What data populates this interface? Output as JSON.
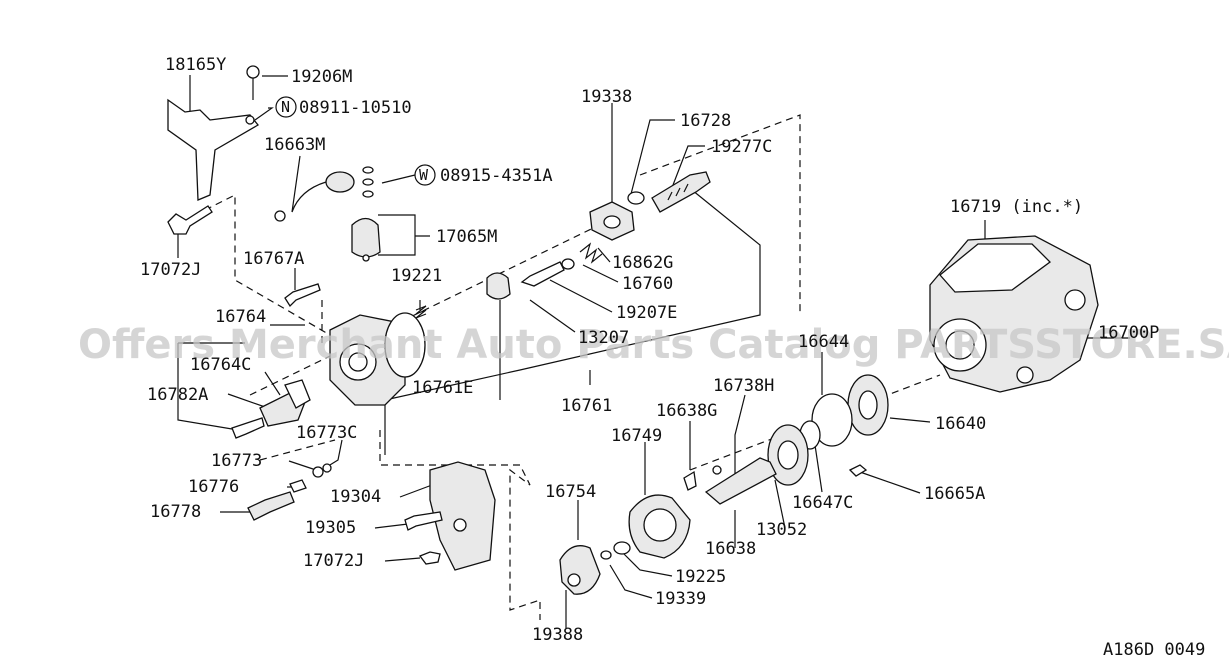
{
  "diagram_code": "A186D 0049",
  "watermark": "Offers Merchant Auto Parts Catalog PARTSSTORE.SA",
  "labels": {
    "p18165Y": "18165Y",
    "p19206M": "19206M",
    "p08911": "08911-10510",
    "p08911_prefix": "N",
    "p16663M": "16663M",
    "p08915": "08915-4351A",
    "p08915_prefix": "W",
    "p17065M": "17065M",
    "p17072J_top": "17072J",
    "p16767A": "16767A",
    "p19221": "19221",
    "p16764": "16764",
    "p16764C": "16764C",
    "p16782A": "16782A",
    "p16761E": "16761E",
    "p16773C": "16773C",
    "p16773": "16773",
    "p16776": "16776",
    "p16778": "16778",
    "p19304": "19304",
    "p19305": "19305",
    "p17072J_bot": "17072J",
    "p19338": "19338",
    "p16728": "16728",
    "p19277C": "19277C",
    "p16862G": "16862G",
    "p16760": "16760",
    "p19207E": "19207E",
    "p13207": "13207",
    "p16761": "16761",
    "p16719": "16719 (inc.*)",
    "p16700P": "16700P",
    "p16644": "16644",
    "p16738H": "16738H",
    "p16638G": "16638G",
    "p16749": "16749",
    "p16640": "16640",
    "p16754": "16754",
    "p16647C": "16647C",
    "p16665A": "16665A",
    "p13052": "13052",
    "p16638": "16638",
    "p19225": "19225",
    "p19339": "19339",
    "p19388": "19388"
  }
}
